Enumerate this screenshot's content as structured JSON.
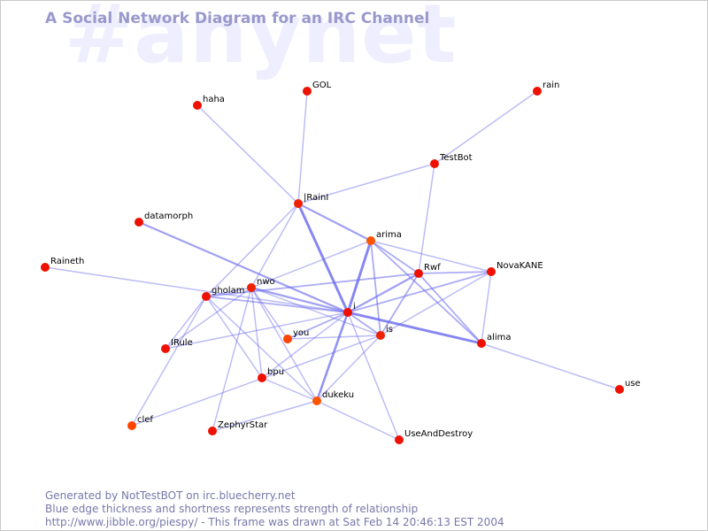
{
  "watermark": "#anynet",
  "title": "A Social Network Diagram for an IRC Channel",
  "colors": {
    "background": "#ffffff",
    "edge": "#6666ee",
    "node_hot": "#ee0000",
    "node_warm": "#ff5500",
    "title": "#9999cc",
    "footer": "#7777aa"
  },
  "nodes": [
    {
      "id": "haha",
      "label": "haha",
      "color": "#ee1100"
    },
    {
      "id": "GOL",
      "label": "GOL",
      "color": "#ee1100"
    },
    {
      "id": "rain",
      "label": "rain",
      "color": "#ee1100"
    },
    {
      "id": "TestBot",
      "label": "TestBot",
      "color": "#ee1100"
    },
    {
      "id": "IRainI",
      "label": "|RainI",
      "color": "#ee2200"
    },
    {
      "id": "datamorph",
      "label": "datamorph",
      "color": "#ee1100"
    },
    {
      "id": "arima",
      "label": "arima",
      "color": "#ff5500"
    },
    {
      "id": "Raineth",
      "label": "Raineth",
      "color": "#ee1100"
    },
    {
      "id": "nwo",
      "label": "nwo",
      "color": "#ee2200"
    },
    {
      "id": "Rwf",
      "label": "Rwf",
      "color": "#ee1100"
    },
    {
      "id": "NovaKANE",
      "label": "NovaKANE",
      "color": "#ee1100"
    },
    {
      "id": "gholam",
      "label": "gholam",
      "color": "#ee1100"
    },
    {
      "id": "i",
      "label": "i",
      "color": "#ee1100"
    },
    {
      "id": "you",
      "label": "you",
      "color": "#ff4400"
    },
    {
      "id": "is",
      "label": "is",
      "color": "#ee2200"
    },
    {
      "id": "alima",
      "label": "alima",
      "color": "#ee1100"
    },
    {
      "id": "IRule",
      "label": "IRule",
      "color": "#ee1100"
    },
    {
      "id": "bpu",
      "label": "bpu",
      "color": "#ee1100"
    },
    {
      "id": "dukeku",
      "label": "dukeku",
      "color": "#ff5500"
    },
    {
      "id": "use",
      "label": "use",
      "color": "#ee1100"
    },
    {
      "id": "clef",
      "label": "clef",
      "color": "#ff4400"
    },
    {
      "id": "ZephyrStar",
      "label": "ZephyrStar",
      "color": "#ee1100"
    },
    {
      "id": "UseAndDestroy",
      "label": "UseAndDestroy",
      "color": "#ee1100"
    }
  ],
  "edges": [
    {
      "source": "IRainI",
      "target": "i",
      "strength": 3
    },
    {
      "source": "arima",
      "target": "i",
      "strength": 3
    },
    {
      "source": "i",
      "target": "alima",
      "strength": 3
    },
    {
      "source": "i",
      "target": "dukeku",
      "strength": 2.5
    },
    {
      "source": "i",
      "target": "Rwf",
      "strength": 2
    },
    {
      "source": "IRainI",
      "target": "arima",
      "strength": 2
    },
    {
      "source": "datamorph",
      "target": "i",
      "strength": 2
    },
    {
      "source": "nwo",
      "target": "i",
      "strength": 2
    },
    {
      "source": "gholam",
      "target": "i",
      "strength": 1.5
    },
    {
      "source": "i",
      "target": "you",
      "strength": 1.5
    },
    {
      "source": "i",
      "target": "is",
      "strength": 1.5
    },
    {
      "source": "i",
      "target": "NovaKANE",
      "strength": 1.5
    },
    {
      "source": "Rwf",
      "target": "is",
      "strength": 1.5
    },
    {
      "source": "arima",
      "target": "is",
      "strength": 1.5
    },
    {
      "source": "arima",
      "target": "Rwf",
      "strength": 1.5
    },
    {
      "source": "Rwf",
      "target": "NovaKANE",
      "strength": 1.5
    },
    {
      "source": "Rwf",
      "target": "alima",
      "strength": 1.5
    },
    {
      "source": "Rwf",
      "target": "gholam",
      "strength": 1.5
    },
    {
      "source": "arima",
      "target": "alima",
      "strength": 1.5
    },
    {
      "source": "NovaKANE",
      "target": "alima",
      "strength": 1
    },
    {
      "source": "arima",
      "target": "NovaKANE",
      "strength": 1
    },
    {
      "source": "IRainI",
      "target": "TestBot",
      "strength": 1
    },
    {
      "source": "IRainI",
      "target": "haha",
      "strength": 1
    },
    {
      "source": "IRainI",
      "target": "GOL",
      "strength": 1
    },
    {
      "source": "IRainI",
      "target": "nwo",
      "strength": 1
    },
    {
      "source": "IRainI",
      "target": "gholam",
      "strength": 1
    },
    {
      "source": "TestBot",
      "target": "rain",
      "strength": 1
    },
    {
      "source": "TestBot",
      "target": "Rwf",
      "strength": 1
    },
    {
      "source": "Raineth",
      "target": "i",
      "strength": 1
    },
    {
      "source": "nwo",
      "target": "arima",
      "strength": 1
    },
    {
      "source": "nwo",
      "target": "gholam",
      "strength": 1
    },
    {
      "source": "nwo",
      "target": "you",
      "strength": 1
    },
    {
      "source": "nwo",
      "target": "bpu",
      "strength": 1
    },
    {
      "source": "nwo",
      "target": "dukeku",
      "strength": 1
    },
    {
      "source": "nwo",
      "target": "ZephyrStar",
      "strength": 1
    },
    {
      "source": "nwo",
      "target": "IRule",
      "strength": 1
    },
    {
      "source": "nwo",
      "target": "is",
      "strength": 1
    },
    {
      "source": "gholam",
      "target": "clef",
      "strength": 1
    },
    {
      "source": "gholam",
      "target": "bpu",
      "strength": 1
    },
    {
      "source": "gholam",
      "target": "dukeku",
      "strength": 1
    },
    {
      "source": "gholam",
      "target": "IRule",
      "strength": 1
    },
    {
      "source": "IRule",
      "target": "i",
      "strength": 1
    },
    {
      "source": "i",
      "target": "bpu",
      "strength": 1
    },
    {
      "source": "i",
      "target": "UseAndDestroy",
      "strength": 1
    },
    {
      "source": "is",
      "target": "dukeku",
      "strength": 1
    },
    {
      "source": "is",
      "target": "you",
      "strength": 1
    },
    {
      "source": "is",
      "target": "clef",
      "strength": 1
    },
    {
      "source": "dukeku",
      "target": "ZephyrStar",
      "strength": 1
    },
    {
      "source": "dukeku",
      "target": "UseAndDestroy",
      "strength": 1
    },
    {
      "source": "dukeku",
      "target": "bpu",
      "strength": 1
    },
    {
      "source": "alima",
      "target": "use",
      "strength": 1
    },
    {
      "source": "NovaKANE",
      "target": "is",
      "strength": 1
    }
  ],
  "footer": {
    "line1": "Generated by NotTestBOT on irc.bluecherry.net",
    "line2": "Blue edge thickness and shortness represents strength of relationship",
    "line3": "http://www.jibble.org/piespy/ - This frame was drawn at Sat Feb 14 20:46:13 EST 2004"
  }
}
